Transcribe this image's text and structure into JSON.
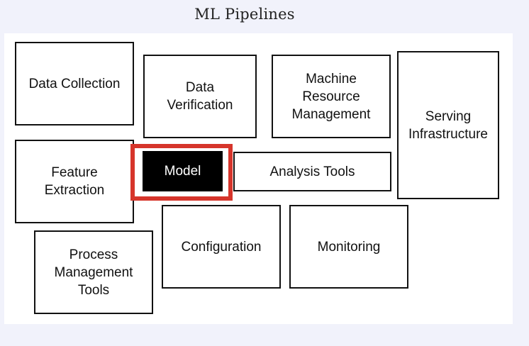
{
  "header": {
    "title": "ML Pipelines"
  },
  "colors": {
    "page_background": "#f1f2fb",
    "diagram_background": "#ffffff",
    "box_border": "#111111",
    "highlight": "#d6352b",
    "highlighted_box_fill": "#000000",
    "highlighted_box_text": "#ffffff"
  },
  "diagram": {
    "boxes": {
      "data_collection": "Data Collection",
      "data_verification": "Data\nVerification",
      "machine_resource_management": "Machine\nResource\nManagement",
      "serving_infrastructure": "Serving\nInfrastructure",
      "feature_extraction": "Feature\nExtraction",
      "model": "Model",
      "analysis_tools": "Analysis Tools",
      "configuration": "Configuration",
      "monitoring": "Monitoring",
      "process_management_tools": "Process\nManagement\nTools"
    },
    "highlighted_box": "Model"
  }
}
